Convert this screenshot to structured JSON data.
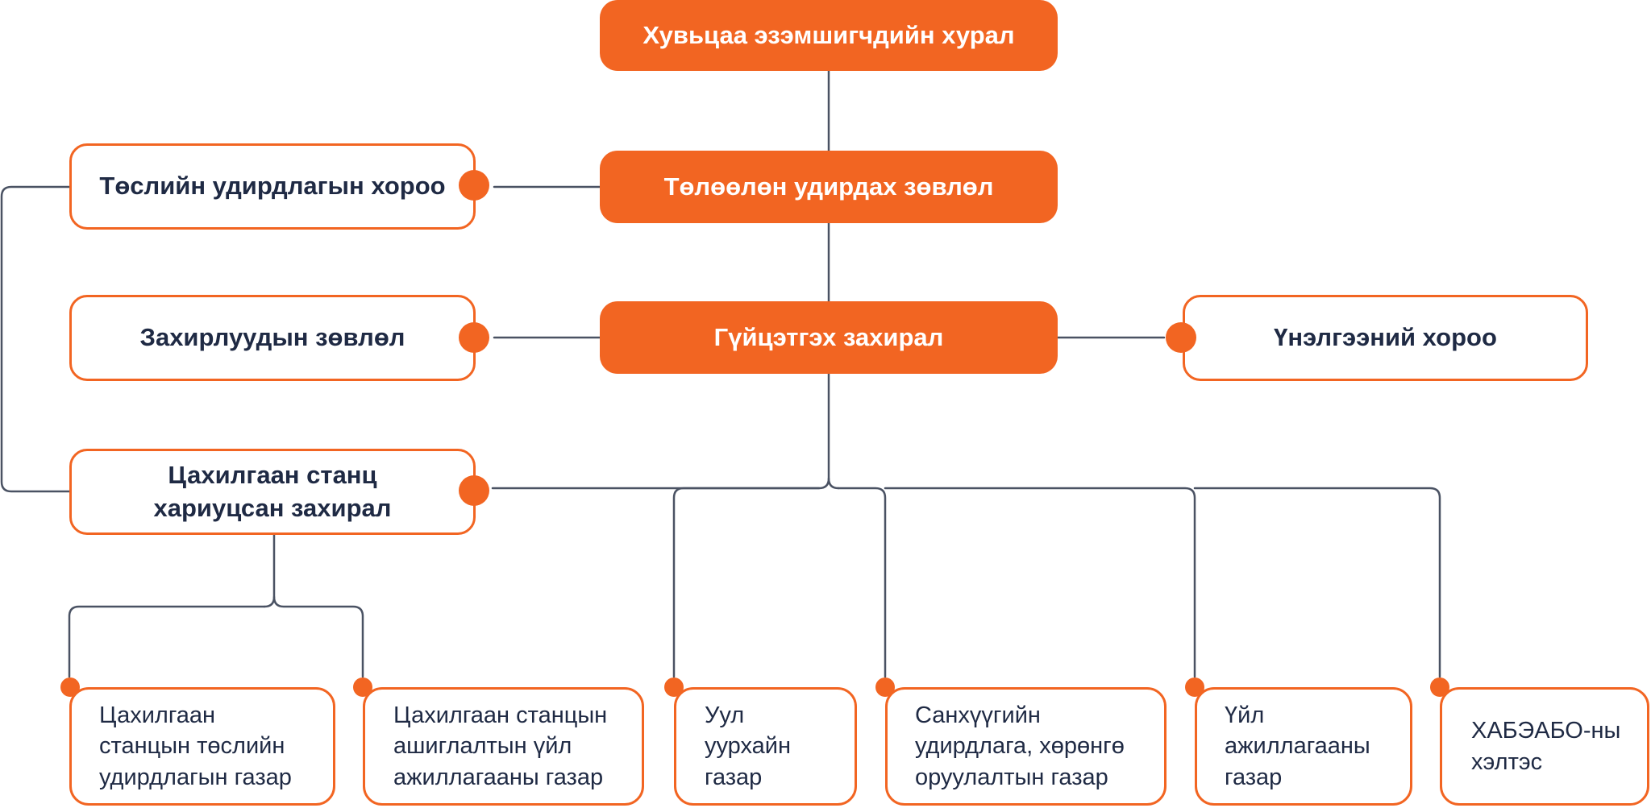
{
  "colors": {
    "accent": "#f26522",
    "line": "#4a5263",
    "text": "#1f2a44"
  },
  "nodes": {
    "shareholders": "Хувьцаа эзэмшигчдийн хурал",
    "board": "Төлөөлөн удирдах зөвлөл",
    "ceo": "Гүйцэтгэх захирал",
    "project_committee": "Төслийн удирдлагын хороо",
    "directors_council": "Захирлуудын зөвлөл",
    "evaluation_committee": "Үнэлгээний хороо",
    "plant_director": [
      "Цахилгаан станц",
      "хариуцсан захирал"
    ],
    "plant_project_dept": [
      "Цахилгаан",
      "станцын төслийн",
      "удирдлагын газар"
    ],
    "plant_operations_dept": [
      "Цахилгаан станцын",
      "ашиглалтын үйл",
      "ажиллагааны газар"
    ],
    "mining_dept": [
      "Уул",
      "уурхайн",
      "газар"
    ],
    "finance_dept": [
      "Санхүүгийн",
      "удирдлага, хөрөнгө",
      "оруулалтын газар"
    ],
    "operations_dept": [
      "Үйл",
      "ажиллагааны",
      "газар"
    ],
    "hse_unit": [
      "ХАБЭАБО-ны",
      "хэлтэс"
    ]
  }
}
